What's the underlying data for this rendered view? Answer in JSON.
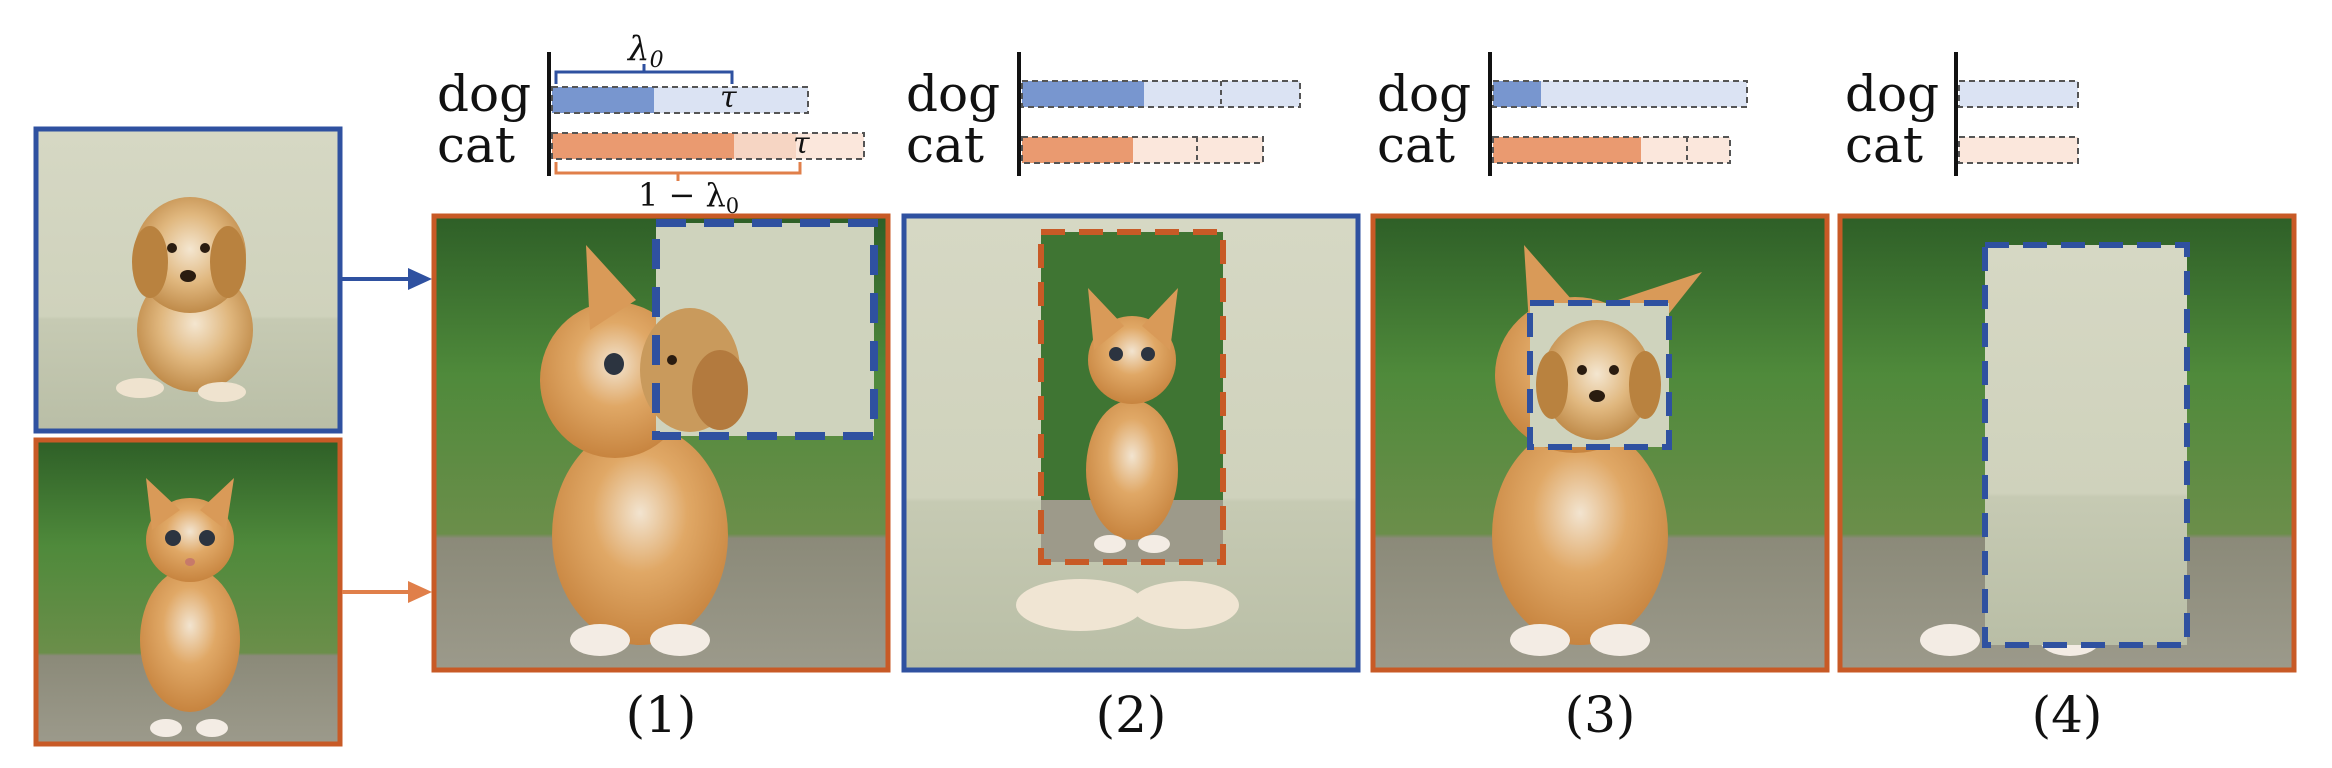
{
  "colors": {
    "dog": "#2f51a0",
    "cat": "#c85a26",
    "dog_fill_dark": "#7896cf",
    "dog_fill_mid": "#c7d4ee",
    "dog_fill_light": "#dbe3f3",
    "cat_fill_dark": "#ea9a70",
    "cat_fill_mid": "#f6d5c3",
    "cat_fill_light": "#fbe7dc",
    "wall": "#d4d6c1",
    "grass": "#3e7233",
    "fur": "#d99a58"
  },
  "source_images": [
    {
      "subject": "dog",
      "border": "blue"
    },
    {
      "subject": "cat",
      "border": "orange"
    }
  ],
  "panels": [
    {
      "caption": "(1)",
      "labels": {
        "dog": "dog",
        "cat": "cat"
      },
      "annotations": {
        "lambda": "λ",
        "lambda_sub": "0",
        "tau": "τ",
        "one_minus": "1 − λ",
        "one_minus_sub": "0"
      }
    },
    {
      "caption": "(2)",
      "labels": {
        "dog": "dog",
        "cat": "cat"
      }
    },
    {
      "caption": "(3)",
      "labels": {
        "dog": "dog",
        "cat": "cat"
      }
    },
    {
      "caption": "(4)",
      "labels": {
        "dog": "dog",
        "cat": "cat"
      }
    }
  ]
}
